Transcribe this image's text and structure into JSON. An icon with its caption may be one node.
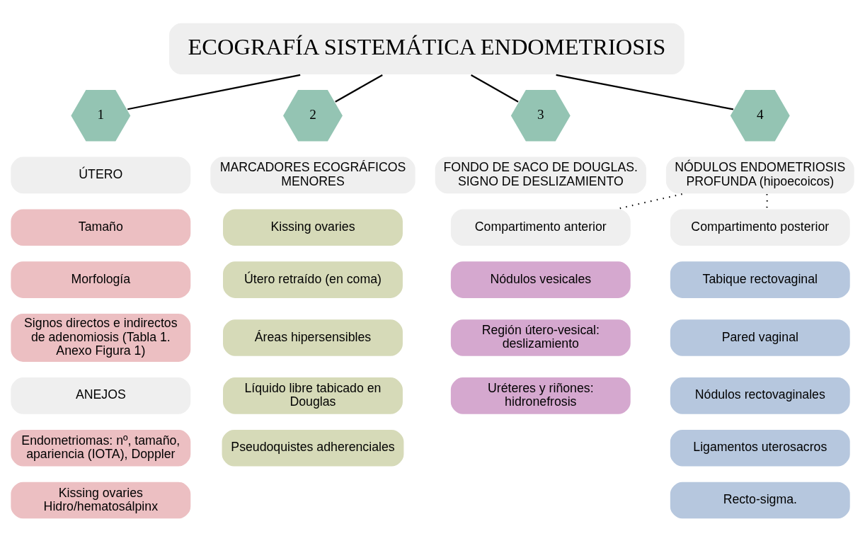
{
  "diagram": {
    "nodes": [
      {
        "text": [
          "ECOGRAFÍA SISTEMÁTICA ENDOMETRIOSIS"
        ]
      },
      {
        "text": [
          "1"
        ]
      },
      {
        "text": [
          "2"
        ]
      },
      {
        "text": [
          "3"
        ]
      },
      {
        "text": [
          "4"
        ]
      },
      {
        "text": [
          "ÚTERO"
        ]
      },
      {
        "text": [
          "Tamaño"
        ]
      },
      {
        "text": [
          "Morfología"
        ]
      },
      {
        "text": [
          "Signos directos e indirectos de adenomiosis (Tabla 1. Anexo Figura 1)"
        ]
      },
      {
        "text": [
          "ANEJOS"
        ]
      },
      {
        "text": [
          "Endometriomas: nº, tamaño, apariencia (IOTA), Doppler"
        ]
      },
      {
        "text": [
          "Kissing ovaries Hidro/hematosálpinx"
        ]
      },
      {
        "text": [
          "MARCADORES ECOGRÁFICOS MENORES"
        ]
      },
      {
        "text": [
          "Kissing ovaries"
        ]
      },
      {
        "text": [
          "Útero retraído (en coma)"
        ]
      },
      {
        "text": [
          "Áreas hipersensibles"
        ]
      },
      {
        "text": [
          "Líquido libre tabicado en Douglas"
        ]
      },
      {
        "text": [
          "Pseudoquistes adherenciales"
        ]
      },
      {
        "text": [
          "FONDO DE SACO DE DOUGLAS. SIGNO DE DESLIZAMIENTO"
        ]
      },
      {
        "text": [
          "NÓDULOS ENDOMETRIOSIS PROFUNDA (hipoecoicos)"
        ]
      },
      {
        "text": [
          "Compartimento anterior"
        ]
      },
      {
        "text": [
          "Compartimento posterior"
        ]
      },
      {
        "text": [
          "Nódulos vesicales"
        ]
      },
      {
        "text": [
          "Región útero-vesical: deslizamiento"
        ]
      },
      {
        "text": [
          "Uréteres y riñones: hidronefrosis"
        ]
      },
      {
        "text": [
          "Tabique rectovaginal"
        ]
      },
      {
        "text": [
          "Pared vaginal"
        ]
      },
      {
        "text": [
          "Nódulos rectovaginales"
        ]
      },
      {
        "text": [
          "Ligamentos uterosacros"
        ]
      },
      {
        "text": [
          "Recto-sigma."
        ]
      }
    ],
    "edges": [
      {
        "from": 0,
        "to": 1,
        "arrow": "none"
      },
      {
        "from": 0,
        "to": 2,
        "arrow": "none"
      },
      {
        "from": 0,
        "to": 3,
        "arrow": "none"
      },
      {
        "from": 0,
        "to": 4,
        "arrow": "none"
      },
      {
        "from": 19,
        "to": 20,
        "arrow": "none",
        "style": "dashed"
      },
      {
        "from": 19,
        "to": 21,
        "arrow": "none",
        "style": "dashed"
      }
    ]
  }
}
